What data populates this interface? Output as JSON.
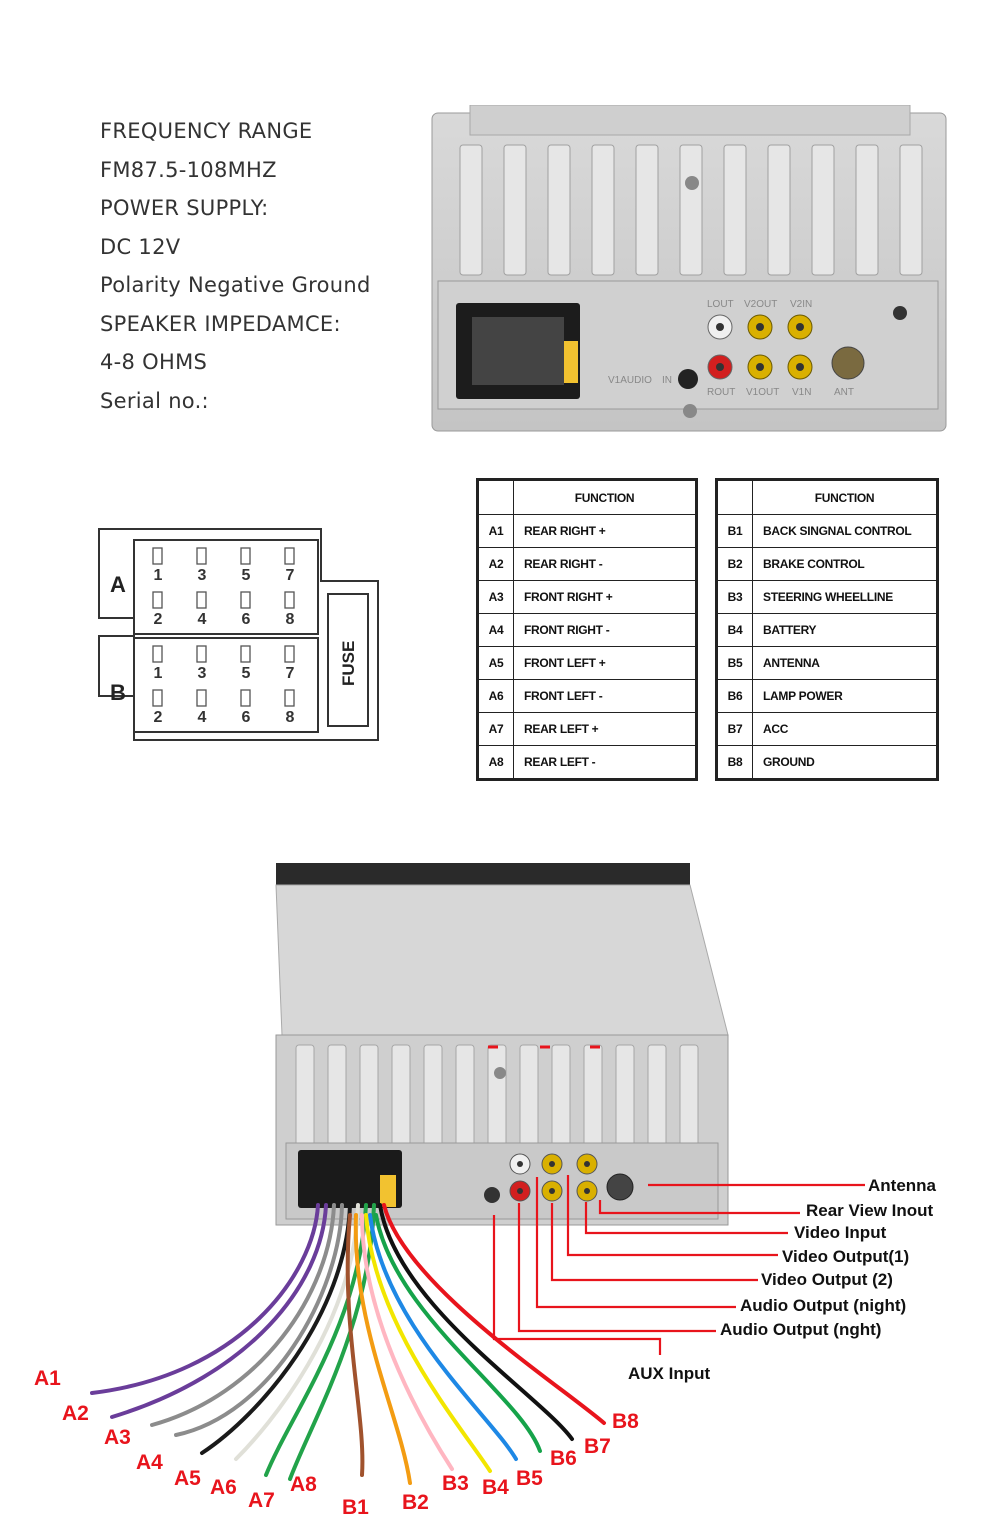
{
  "specs": [
    "FREQUENCY RANGE",
    "FM87.5-108MHZ",
    "POWER SUPPLY:",
    "DC 12V",
    "Polarity Negative Ground",
    "SPEAKER IMPEDAMCE:",
    "4-8 OHMS",
    "Serial no.:"
  ],
  "rear_panel": {
    "top_labels": [
      "LOUT",
      "V2OUT",
      "V2IN"
    ],
    "bottom_labels": [
      "ROUT",
      "V1OUT",
      "V1N",
      "ANT"
    ],
    "aux_label": "V1AUDIO",
    "in_label": "IN"
  },
  "connector": {
    "row_a": "A",
    "row_b": "B",
    "fuse": "FUSE",
    "top_pins": [
      "1",
      "3",
      "5",
      "7"
    ],
    "bottom_pins": [
      "2",
      "4",
      "6",
      "8"
    ]
  },
  "table_a": {
    "header": "FUNCTION",
    "rows": [
      {
        "id": "A1",
        "fn": "REAR RIGHT +"
      },
      {
        "id": "A2",
        "fn": "REAR RIGHT -"
      },
      {
        "id": "A3",
        "fn": "FRONT RIGHT +"
      },
      {
        "id": "A4",
        "fn": "FRONT RIGHT -"
      },
      {
        "id": "A5",
        "fn": "FRONT LEFT +"
      },
      {
        "id": "A6",
        "fn": "FRONT LEFT -"
      },
      {
        "id": "A7",
        "fn": "REAR LEFT +"
      },
      {
        "id": "A8",
        "fn": "REAR LEFT -"
      }
    ]
  },
  "table_b": {
    "header": "FUNCTION",
    "rows": [
      {
        "id": "B1",
        "fn": "BACK SINGNAL CONTROL"
      },
      {
        "id": "B2",
        "fn": "BRAKE CONTROL"
      },
      {
        "id": "B3",
        "fn": "STEERING WHEELLINE"
      },
      {
        "id": "B4",
        "fn": "BATTERY"
      },
      {
        "id": "B5",
        "fn": "ANTENNA"
      },
      {
        "id": "B6",
        "fn": "LAMP POWER"
      },
      {
        "id": "B7",
        "fn": "ACC"
      },
      {
        "id": "B8",
        "fn": "GROUND"
      }
    ]
  },
  "callouts": [
    "Antenna",
    "Rear View Inout",
    "Video Input",
    "Video Output(1)",
    "Video Output (2)",
    "Audio Output (night)",
    "Audio Output (nght)",
    "AUX Input"
  ],
  "wire_labels": [
    "A1",
    "A2",
    "A3",
    "A4",
    "A5",
    "A6",
    "A7",
    "A8",
    "B1",
    "B2",
    "B3",
    "B4",
    "B5",
    "B6",
    "B7",
    "B8"
  ],
  "wire_colors": {
    "A1": "#6a3d9a",
    "A2": "#6a3d9a",
    "A3": "#8c8c8c",
    "A4": "#8c8c8c",
    "A5": "#1a1a1a",
    "A6": "#e0e0d8",
    "A7": "#22a34a",
    "A8": "#22a34a",
    "B1": "#a0522d",
    "B2": "#f39c12",
    "B3": "#ffb6c1",
    "B4": "#f2e600",
    "B5": "#1e88e5",
    "B6": "#16a34a",
    "B7": "#111111",
    "B8": "#e8141c"
  },
  "accent": "#e8141c"
}
